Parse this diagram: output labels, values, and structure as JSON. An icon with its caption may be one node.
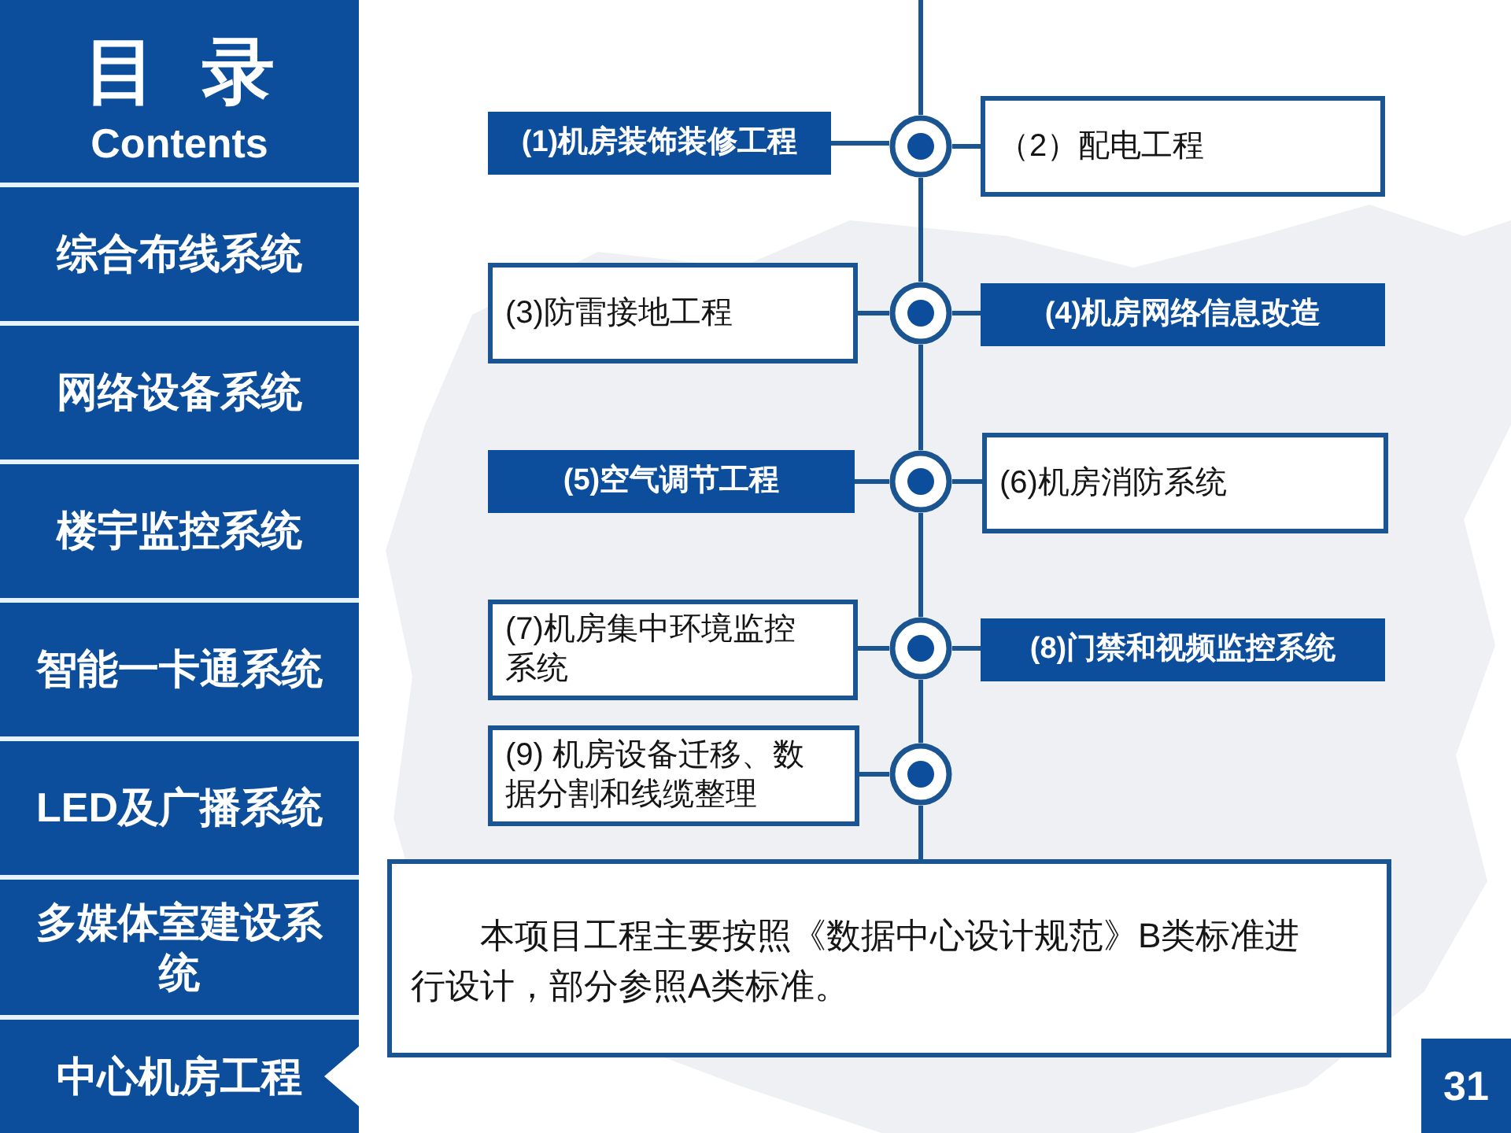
{
  "diagram": {
    "nodes": [
      {
        "text": [
          "目 录",
          "Contents"
        ]
      },
      {
        "text": [
          "综合布线系统"
        ]
      },
      {
        "text": [
          "网络设备系统"
        ]
      },
      {
        "text": [
          "楼宇监控系统"
        ]
      },
      {
        "text": [
          "智能一卡通系统"
        ]
      },
      {
        "text": [
          "LED及广播系统"
        ]
      },
      {
        "text": [
          "多媒体室建设系统"
        ]
      },
      {
        "text": [
          "中心机房工程"
        ]
      },
      {
        "text": [
          "(1)机房装饰装修工程"
        ]
      },
      {
        "text": [],
        "shape": "circle"
      },
      {
        "text": [
          "（2）配电工程"
        ]
      },
      {
        "text": [
          "(3)防雷接地工程"
        ]
      },
      {
        "text": [],
        "shape": "circle"
      },
      {
        "text": [
          "(4)机房网络信息改造"
        ]
      },
      {
        "text": [
          "(5)空气调节工程"
        ]
      },
      {
        "text": [],
        "shape": "circle"
      },
      {
        "text": [
          "(6)机房消防系统"
        ]
      },
      {
        "text": [
          "(7)机房集中环境监控系统"
        ]
      },
      {
        "text": [],
        "shape": "circle"
      },
      {
        "text": [
          "(8)门禁和视频监控系统"
        ]
      },
      {
        "text": [
          "(9) 机房设备迁移、数据分割和线缆整理"
        ]
      },
      {
        "text": [],
        "shape": "circle"
      },
      {
        "text": [
          "本项目工程主要按照《数据中心设计规范》B类标准进行设计，部分参照A类标准。"
        ]
      },
      {
        "text": [
          "31"
        ]
      }
    ],
    "edges": [
      {
        "from": null,
        "to": 9,
        "arrow": "none"
      },
      {
        "from": 9,
        "to": 12,
        "arrow": "none"
      },
      {
        "from": 12,
        "to": 15,
        "arrow": "none"
      },
      {
        "from": 15,
        "to": 18,
        "arrow": "none"
      },
      {
        "from": 18,
        "to": 21,
        "arrow": "none"
      },
      {
        "from": 21,
        "to": 22,
        "arrow": "none"
      },
      {
        "from": 8,
        "to": 9,
        "arrow": "none"
      },
      {
        "from": 9,
        "to": 10,
        "arrow": "none"
      },
      {
        "from": 11,
        "to": 12,
        "arrow": "none"
      },
      {
        "from": 12,
        "to": 13,
        "arrow": "none"
      },
      {
        "from": 14,
        "to": 15,
        "arrow": "none"
      },
      {
        "from": 15,
        "to": 16,
        "arrow": "none"
      },
      {
        "from": 17,
        "to": 18,
        "arrow": "none"
      },
      {
        "from": 18,
        "to": 19,
        "arrow": "none"
      },
      {
        "from": 20,
        "to": 21,
        "arrow": "none"
      }
    ]
  }
}
